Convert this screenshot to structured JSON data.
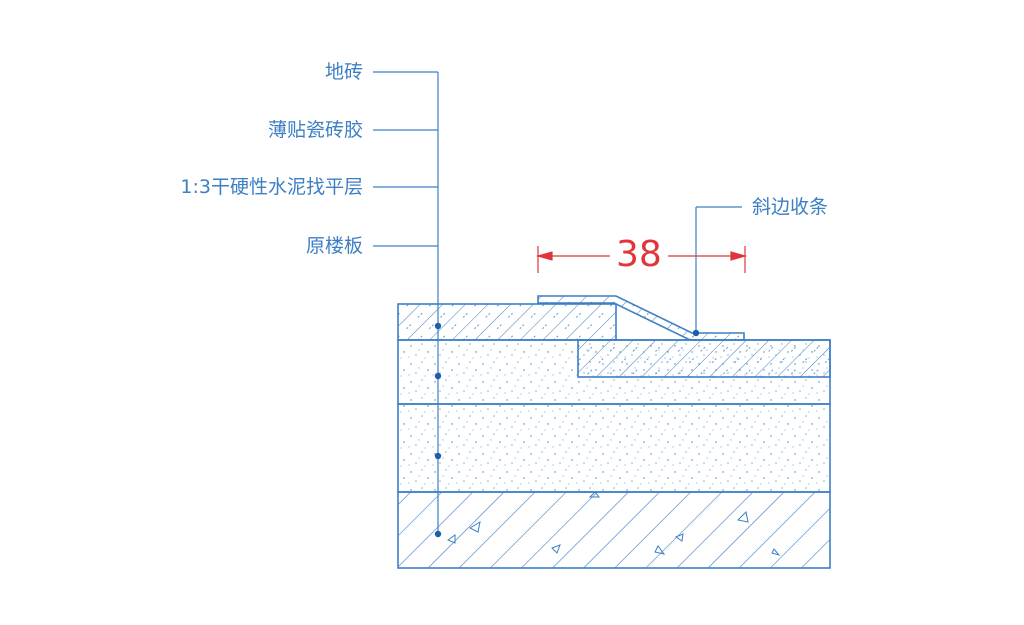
{
  "labels": {
    "floor_tile": "地砖",
    "thin_tile_adhesive": "薄贴瓷砖胶",
    "cement_leveling_layer": "1:3干硬性水泥找平层",
    "original_floor_slab": "原楼板",
    "bevel_edge_strip": "斜边收条"
  },
  "dimension": {
    "value": "38"
  },
  "colors": {
    "line": "#3d7fc4",
    "dimension": "#e0353a",
    "background": "#ffffff"
  }
}
